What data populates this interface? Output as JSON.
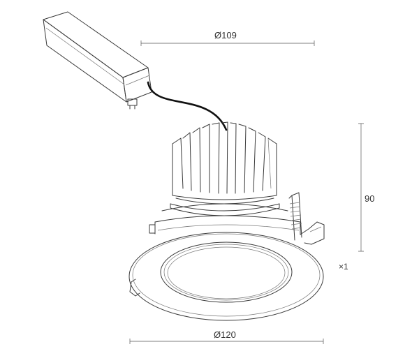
{
  "dimensions": {
    "top_width": "Ø109",
    "height": "90",
    "bottom_width": "Ø120",
    "side_note": "1"
  },
  "colors": {
    "line": "#3a3a3a",
    "dimension": "#555555",
    "cable": "#111111",
    "background": "#ffffff"
  }
}
